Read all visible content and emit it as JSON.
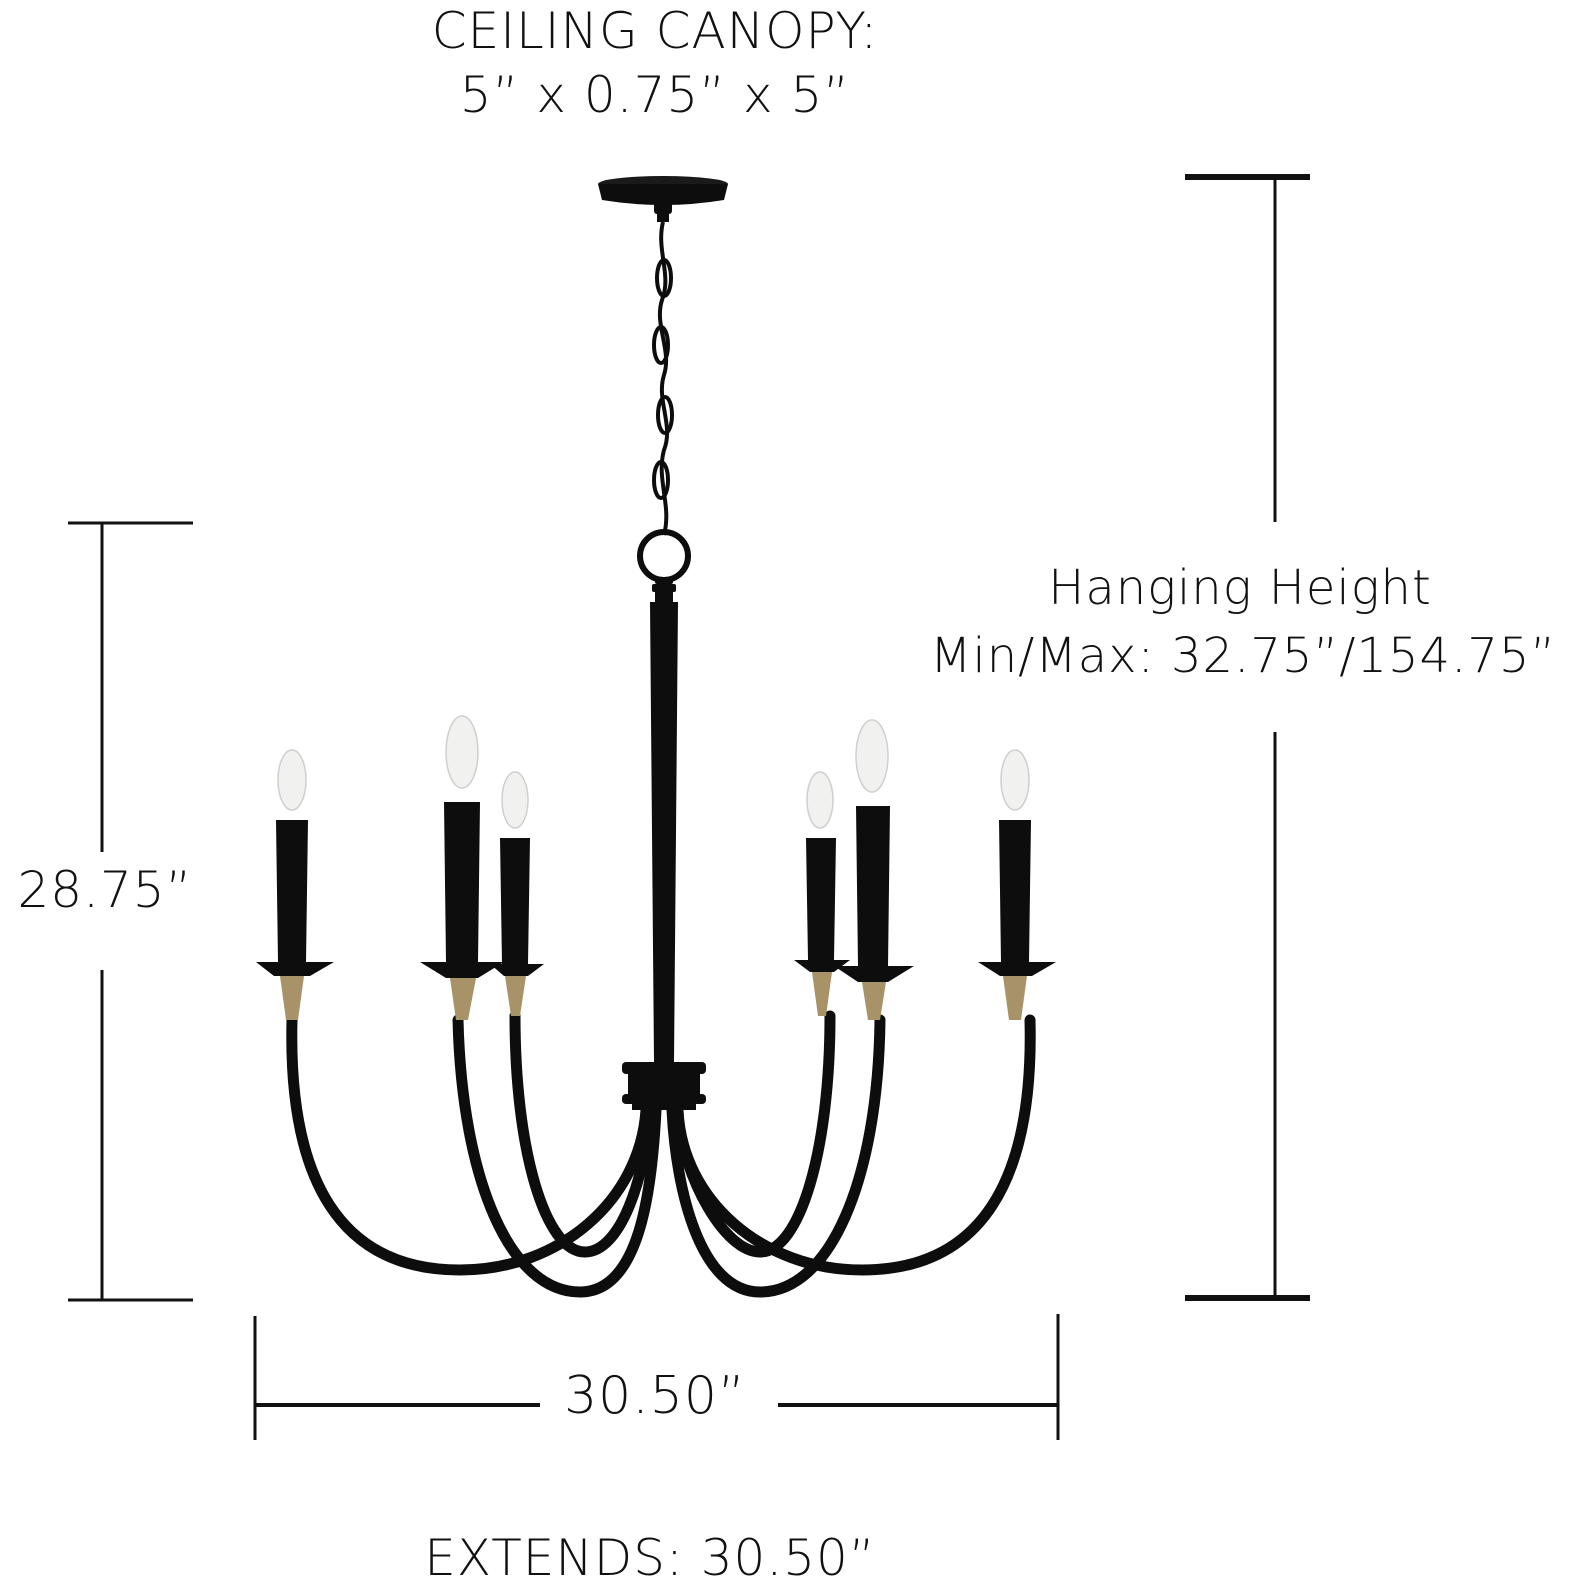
{
  "diagram": {
    "subject": "Six-light candle chandelier dimension drawing",
    "colors": {
      "background": "#ffffff",
      "ink": "#111111",
      "fixture_finish": "#0d0d0d",
      "accent_wire_wrap": "#a89268",
      "bulb_glass": "#f1f1ef"
    },
    "canopy": {
      "title": "CEILING CANOPY:",
      "dimensions": "5” x 0.75” x 5”"
    },
    "hanging_height": {
      "title": "Hanging Height",
      "dimensions": "Min/Max: 32.75”/154.75”"
    },
    "fixture_height": {
      "value": "28.75”"
    },
    "fixture_width": {
      "value": "30.50”"
    },
    "extends": {
      "text": "EXTENDS: 30.50”"
    },
    "fixture": {
      "lights": 6,
      "parts": [
        "ceiling-canopy",
        "chain",
        "loop",
        "center-column",
        "hub",
        "curved-arms",
        "bobeches",
        "candle-sleeves",
        "candelabra-bulbs"
      ]
    }
  }
}
